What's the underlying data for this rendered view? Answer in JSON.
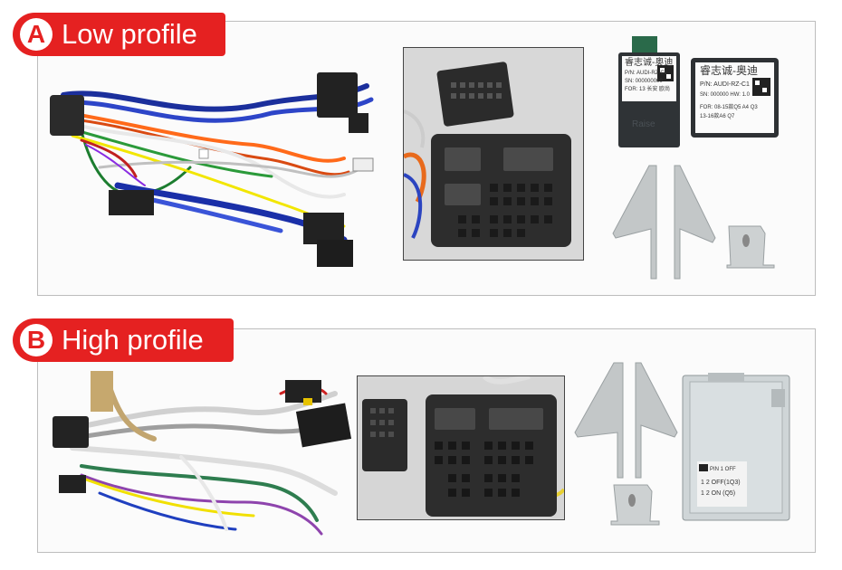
{
  "sections": [
    {
      "letter": "A",
      "title": "Low profile",
      "module1": {
        "brand": "睿志诚-奥迪",
        "pn": "P/N: AUDI-RZ-C1",
        "line1": "SN: 000000000",
        "line2": "FOR: 13 长安 欧尚",
        "brand_text": "Raise"
      },
      "module2": {
        "brand": "睿志诚-奥迪",
        "pn": "P/N: AUDI-RZ-C1",
        "line1": "SN: 000000 HW: 1.0",
        "line2": "FOR: 08-15款Q5 A4 Q3",
        "line3": "13-16款A6 Q7"
      }
    },
    {
      "letter": "B",
      "title": "High profile",
      "module_label": {
        "line1": "PIN 1 OFF",
        "line2": "1  2 OFF(1Q3)",
        "line3": "1  2 ON (Q5)"
      }
    }
  ],
  "colors": {
    "accent_red": "#e52121",
    "panel_border": "#bdbdbd",
    "connector_black": "#2b2b2b",
    "bracket_gray": "#c3c7c8"
  }
}
